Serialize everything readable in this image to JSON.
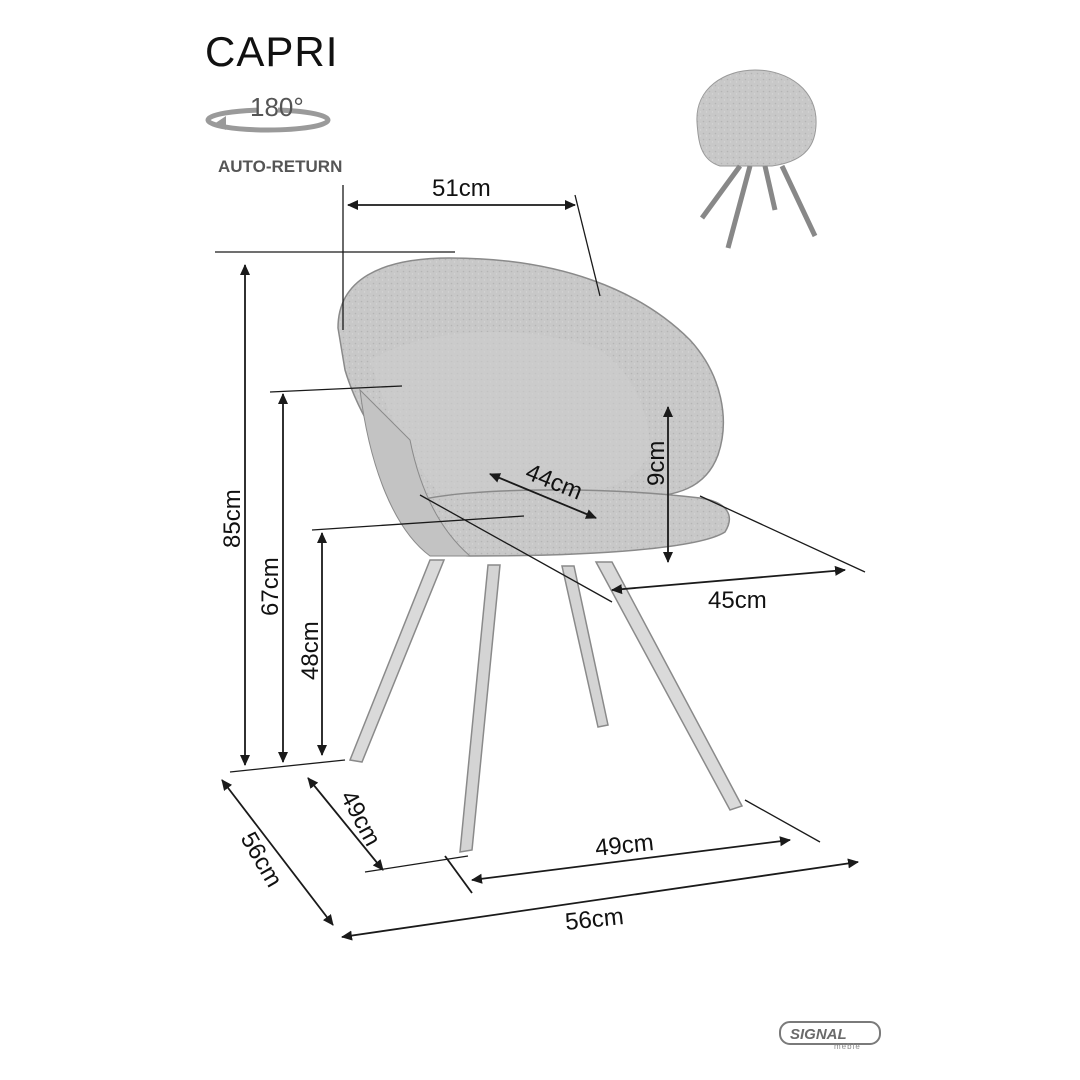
{
  "product": {
    "name": "CAPRI",
    "rotation": "180°",
    "rotation_mode": "AUTO-RETURN"
  },
  "dimensions": {
    "total_width": "51cm",
    "total_height": "85cm",
    "armrest_height": "67cm",
    "seat_height": "48cm",
    "armrest_above_seat": "9cm",
    "seat_depth": "44cm",
    "seat_width": "45cm",
    "leg_depth": "49cm",
    "leg_width": "49cm",
    "base_depth": "56cm",
    "base_width": "56cm"
  },
  "brand": {
    "name": "SIGNAL",
    "sub": "meble"
  },
  "colors": {
    "fabric": "#c9c9c9",
    "fabric_dark": "#b5b5b5",
    "line": "#1a1a1a"
  }
}
